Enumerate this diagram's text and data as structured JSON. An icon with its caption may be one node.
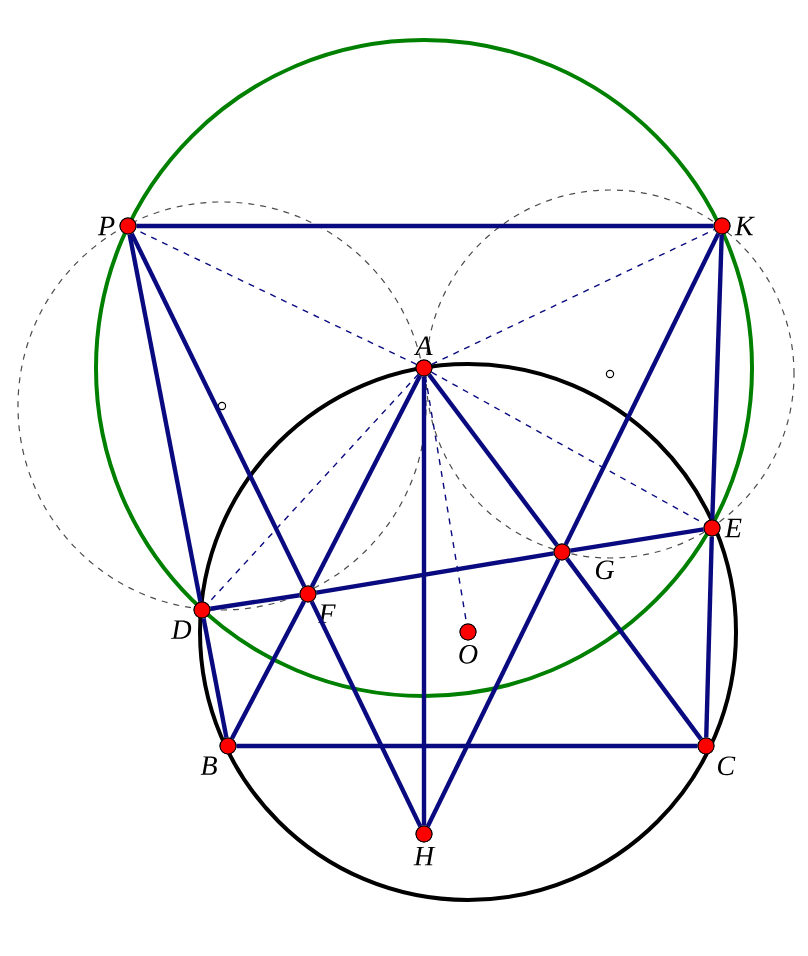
{
  "diagram": {
    "nodes": [
      {
        "text": [
          "P"
        ]
      },
      {
        "text": [
          "K"
        ]
      },
      {
        "text": [
          "A"
        ]
      },
      {
        "text": [
          "D"
        ]
      },
      {
        "text": [
          "F"
        ]
      },
      {
        "text": [
          "G"
        ]
      },
      {
        "text": [
          "E"
        ]
      },
      {
        "text": [
          "O"
        ]
      },
      {
        "text": [
          "B"
        ]
      },
      {
        "text": [
          "C"
        ]
      },
      {
        "text": [
          "H"
        ]
      }
    ],
    "edges": [
      {
        "from": 0,
        "to": 1,
        "arrow": "none"
      },
      {
        "from": 0,
        "to": 3,
        "arrow": "none"
      },
      {
        "from": 0,
        "to": 4,
        "arrow": "none"
      },
      {
        "from": 4,
        "to": 10,
        "arrow": "none"
      },
      {
        "from": 1,
        "to": 6,
        "arrow": "none"
      },
      {
        "from": 6,
        "to": 9,
        "arrow": "none"
      },
      {
        "from": 1,
        "to": 5,
        "arrow": "none"
      },
      {
        "from": 5,
        "to": 10,
        "arrow": "none"
      },
      {
        "from": 3,
        "to": 4,
        "arrow": "none"
      },
      {
        "from": 4,
        "to": 5,
        "arrow": "none"
      },
      {
        "from": 5,
        "to": 6,
        "arrow": "none"
      },
      {
        "from": 2,
        "to": 4,
        "arrow": "none"
      },
      {
        "from": 4,
        "to": 8,
        "arrow": "none"
      },
      {
        "from": 2,
        "to": 5,
        "arrow": "none"
      },
      {
        "from": 5,
        "to": 9,
        "arrow": "none"
      },
      {
        "from": 3,
        "to": 8,
        "arrow": "none"
      },
      {
        "from": 2,
        "to": 10,
        "arrow": "none"
      },
      {
        "from": 8,
        "to": 9,
        "arrow": "none"
      },
      {
        "from": 2,
        "to": 0,
        "arrow": "none",
        "style": "dashed"
      },
      {
        "from": 2,
        "to": 1,
        "arrow": "none",
        "style": "dashed"
      },
      {
        "from": 2,
        "to": 3,
        "arrow": "none",
        "style": "dashed"
      },
      {
        "from": 2,
        "to": 6,
        "arrow": "none",
        "style": "dashed"
      },
      {
        "from": 2,
        "to": 7,
        "arrow": "none",
        "style": "dashed"
      }
    ]
  }
}
